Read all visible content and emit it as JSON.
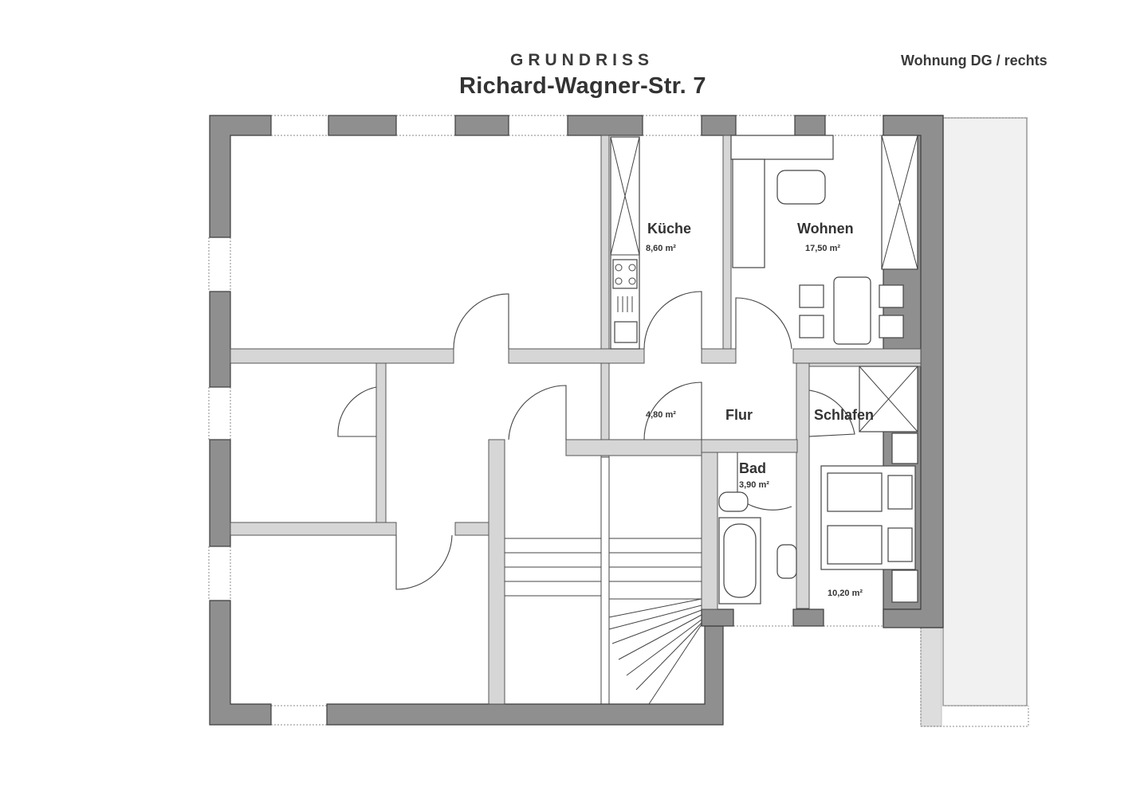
{
  "header": {
    "label_top": "GRUNDRISS",
    "address": "Richard-Wagner-Str. 7",
    "unit": "Wohnung DG / rechts"
  },
  "rooms": {
    "kueche": {
      "name": "Küche",
      "area": "8,60 m²"
    },
    "wohnen": {
      "name": "Wohnen",
      "area": "17,50 m²"
    },
    "flur": {
      "name": "Flur",
      "area": "4,80 m²"
    },
    "schlafen": {
      "name": "Schlafen",
      "area": "10,20 m²"
    },
    "bad": {
      "name": "Bad",
      "area": "3,90 m²"
    }
  },
  "colors": {
    "wall": "#8f8f8f",
    "terrace": "#f1f1f1",
    "line": "#444444"
  }
}
